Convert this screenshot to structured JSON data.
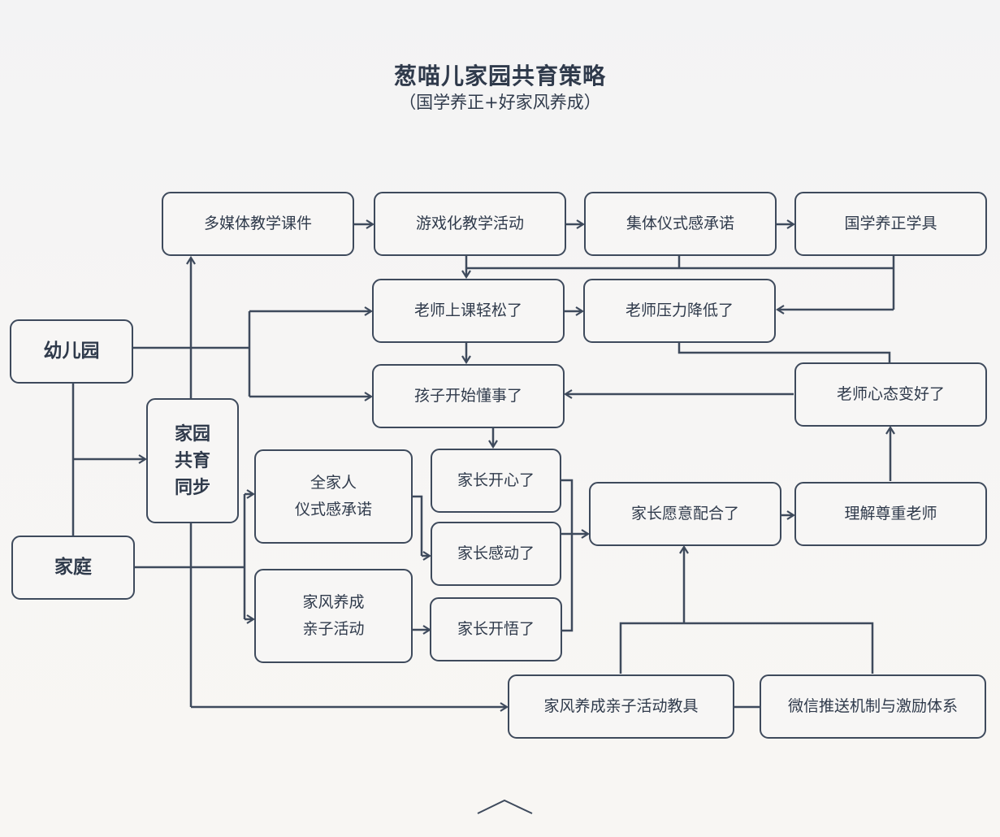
{
  "title": "葱喵儿家园共育策略",
  "subtitle": "（国学养正+好家风养成）",
  "nodes": {
    "multimedia": "多媒体教学课件",
    "game_teaching": "游戏化教学活动",
    "collective_ritual": "集体仪式感承诺",
    "guoxue_tools": "国学养正学具",
    "teacher_easy": "老师上课轻松了",
    "teacher_less_pressure": "老师压力降低了",
    "kindergarten": "幼儿园",
    "child_sensible": "孩子开始懂事了",
    "teacher_mood": "老师心态变好了",
    "home_sync_1": "家园",
    "home_sync_2": "共育",
    "home_sync_3": "同步",
    "family_ritual_1": "全家人",
    "family_ritual_2": "仪式感承诺",
    "parent_happy": "家长开心了",
    "parent_moved": "家长感动了",
    "parent_enlightened": "家长开悟了",
    "parent_willing": "家长愿意配合了",
    "respect_teacher": "理解尊重老师",
    "family": "家庭",
    "family_style_1": "家风养成",
    "family_style_2": "亲子活动",
    "family_tools": "家风养成亲子活动教具",
    "wechat": "微信推送机制与激励体系"
  },
  "colors": {
    "line": "#3e4a5c",
    "text": "#2f3a4b",
    "background": "#f6f5f4"
  },
  "icons": {
    "scroll_top": "chevron-up-icon"
  }
}
